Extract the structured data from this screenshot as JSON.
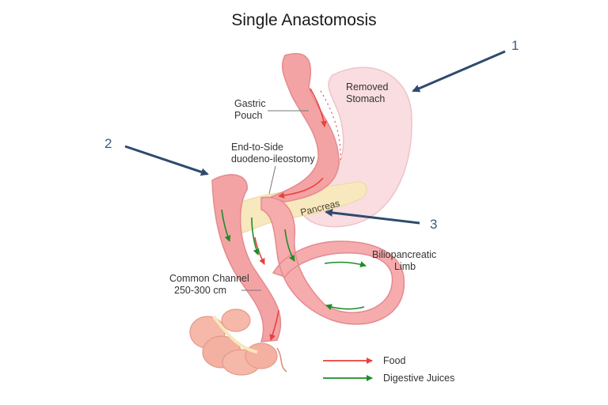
{
  "title": "Single Anastomosis",
  "labels": {
    "removed_stomach": [
      "Removed",
      "Stomach"
    ],
    "gastric_pouch": [
      "Gastric",
      "Pouch"
    ],
    "anastomosis": [
      "End-to-Side",
      "duodeno-ileostomy"
    ],
    "pancreas": "Pancreas",
    "biliopancreatic_limb": [
      "Biliopancreatic",
      "Limb"
    ],
    "common_channel": [
      "Common Channel",
      "250-300 cm"
    ]
  },
  "callouts": {
    "one": "1",
    "two": "2",
    "three": "3"
  },
  "legend": {
    "food": "Food",
    "digestive_juices": "Digestive Juices"
  },
  "colors": {
    "food_arrow": "#e8413c",
    "juice_arrow": "#1e8c2a",
    "callout_arrow": "#2f4a6e",
    "intestine": "#f4a7a8",
    "removed_stomach": "#f8d9dc",
    "pancreas": "#f8e7b8"
  }
}
